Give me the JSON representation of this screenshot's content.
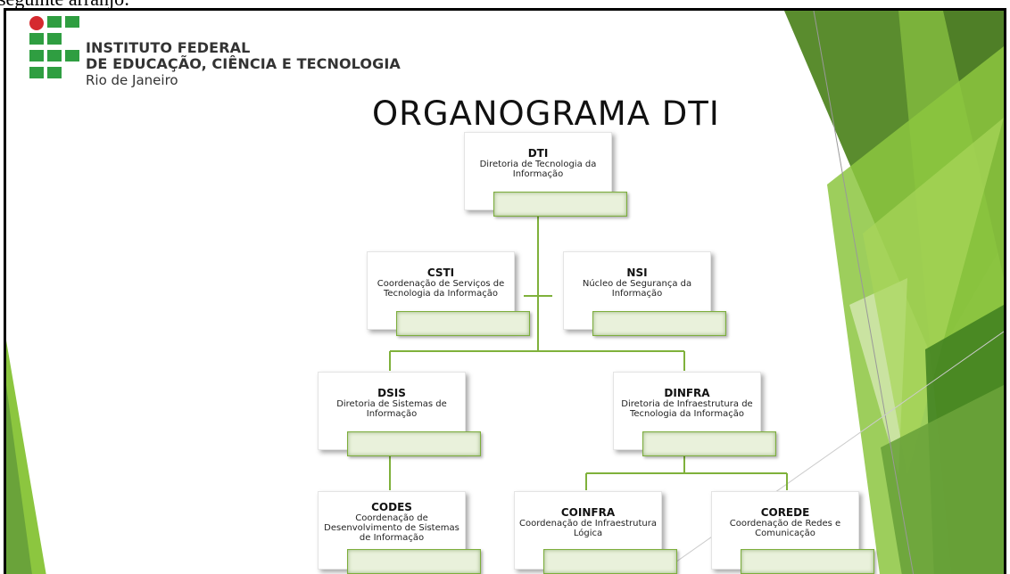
{
  "page": {
    "top_text": "seguinte arranjo:"
  },
  "logo": {
    "line1": "INSTITUTO FEDERAL",
    "line2": "DE EDUCAÇÃO, CIÊNCIA E TECNOLOGIA",
    "line3": "Rio de Janeiro",
    "colors": {
      "red": "#d52a2f",
      "green": "#2f9e41"
    }
  },
  "slide": {
    "title": "ORGANOGRAMA DTI"
  },
  "org": {
    "dti": {
      "abbr": "DTI",
      "desc": "Diretoria de Tecnologia da Informação"
    },
    "csti": {
      "abbr": "CSTI",
      "desc": "Coordenação de Serviços de Tecnologia da Informação"
    },
    "nsi": {
      "abbr": "NSI",
      "desc": "Núcleo de Segurança da Informação"
    },
    "dsis": {
      "abbr": "DSIS",
      "desc": "Diretoria de Sistemas de Informação"
    },
    "dinfra": {
      "abbr": "DINFRA",
      "desc": "Diretoria de Infraestrutura de Tecnologia da Informação"
    },
    "codes": {
      "abbr": "CODES",
      "desc": "Coordenação de Desenvolvimento de Sistemas de Informação"
    },
    "coinfra": {
      "abbr": "COINFRA",
      "desc": "Coordenação de Infraestrutura Lógica"
    },
    "corede": {
      "abbr": "COREDE",
      "desc": "Coordenação de Redes e Comunicação"
    }
  },
  "theme": {
    "connector_color": "#7fb13b",
    "greens": [
      "#5b8f2f",
      "#6aa33a",
      "#8cc63f",
      "#a8d65a",
      "#cfe6a8"
    ]
  }
}
